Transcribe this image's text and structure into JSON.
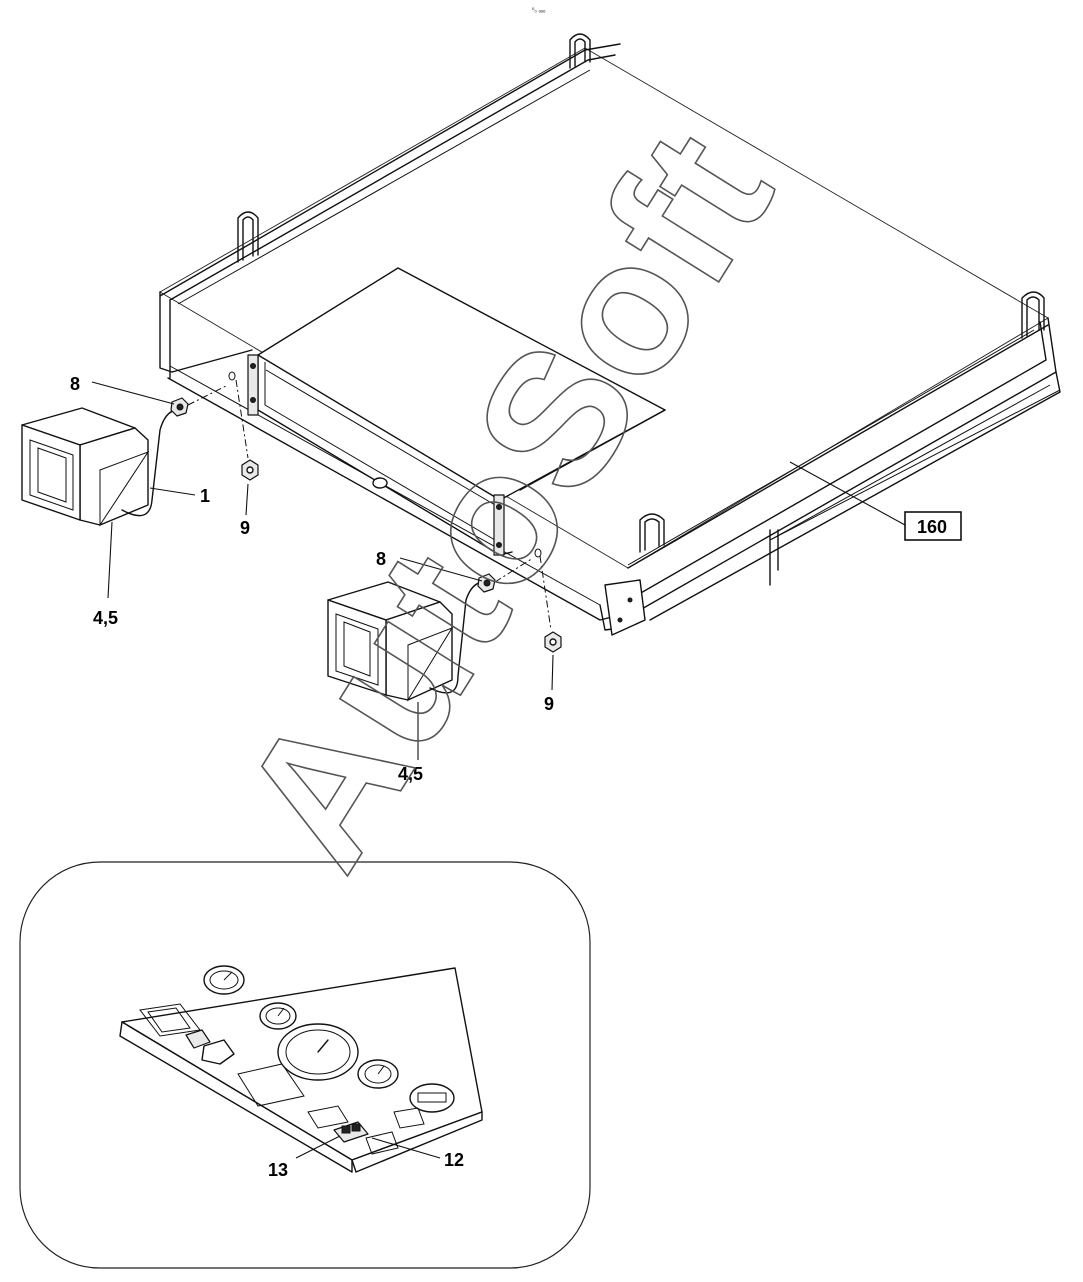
{
  "header_mark": "⁰₀ ₒₒₒ",
  "watermark": "AutoSoft",
  "callouts": {
    "c8_left": "8",
    "c1": "1",
    "c9_left": "9",
    "c45_left": "4,5",
    "c8_mid": "8",
    "c9_mid": "9",
    "c45_mid": "4,5",
    "c160": "160",
    "c13": "13",
    "c12": "12"
  }
}
